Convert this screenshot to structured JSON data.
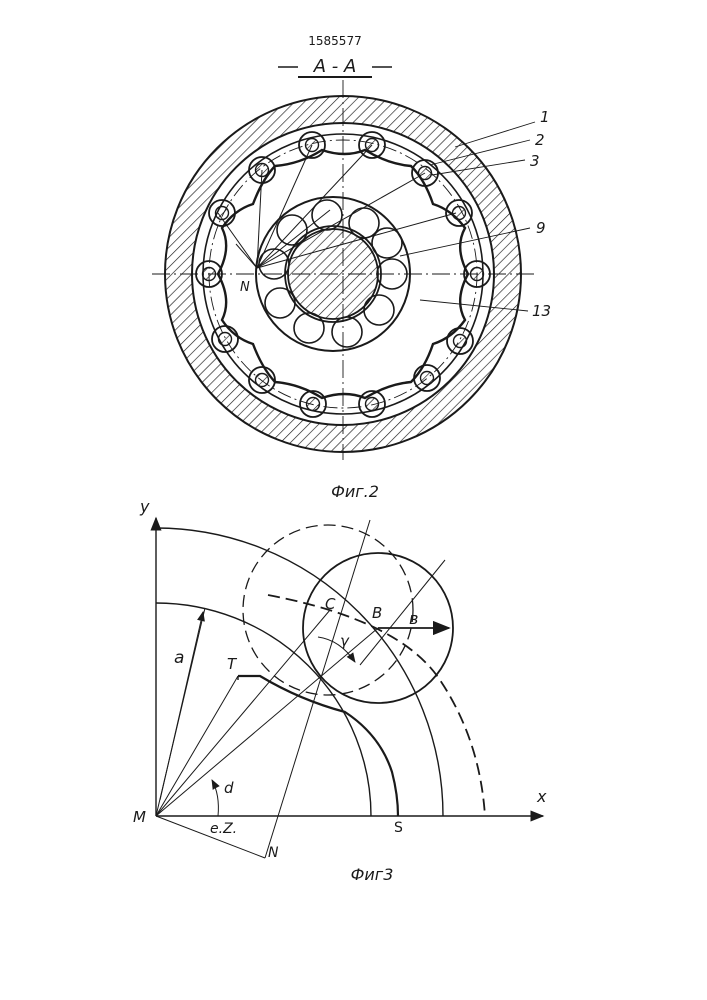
{
  "header": {
    "patent_number": "1585577",
    "section_title": "A - A"
  },
  "figure2": {
    "caption": "Фиг.2",
    "part_numbers": [
      "1",
      "2",
      "3",
      "9",
      "13"
    ],
    "point_label": "N"
  },
  "figure3": {
    "caption": "Фиг3",
    "axis_y": "y",
    "axis_x": "x",
    "points": {
      "M": "M",
      "N": "N",
      "T": "T",
      "C": "C",
      "B": "B",
      "S": "S"
    },
    "dimension_labels": {
      "a": "a",
      "b": "в",
      "gamma": "γ",
      "alpha": "d",
      "ez": "e.Z."
    }
  },
  "colors": {
    "ink": "#1a1a1a",
    "paper": "#ffffff"
  }
}
